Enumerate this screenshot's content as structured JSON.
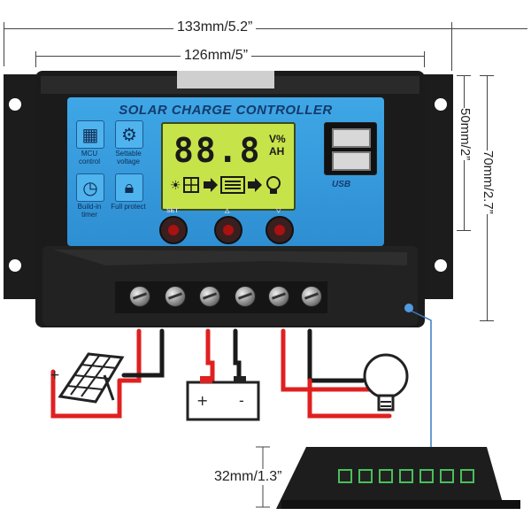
{
  "dimensions": {
    "overall_width": "133mm/5.2”",
    "inner_width": "126mm/5”",
    "panel_height": "50mm/2”",
    "overall_height": "70mm/2.7”",
    "depth": "32mm/1.3”"
  },
  "panel": {
    "title": "SOLAR CHARGE CONTROLLER",
    "feature_labels": {
      "mcu": "MCU control",
      "settable": "Settable voltage",
      "timer": "Build-in timer",
      "protect": "Full protect"
    },
    "lcd_digits": "88.8",
    "lcd_units_top": "V%",
    "lcd_units_bottom": "AH",
    "usb_label": "USB",
    "button_labels": [
      "SET",
      "△",
      "▽"
    ]
  },
  "colors": {
    "panel_blue": "#3fa7e6",
    "lcd_green": "#c7e34a",
    "wire_red": "#e02020",
    "wire_black": "#1a1a1a",
    "case_black": "#1c1c1c"
  },
  "icons": {
    "mcu": "chip-icon",
    "settable": "gear-icon",
    "timer": "clock-icon",
    "protect": "lock-icon",
    "solar": "solar-panel-icon",
    "battery": "battery-icon",
    "bulb": "light-bulb-icon"
  }
}
